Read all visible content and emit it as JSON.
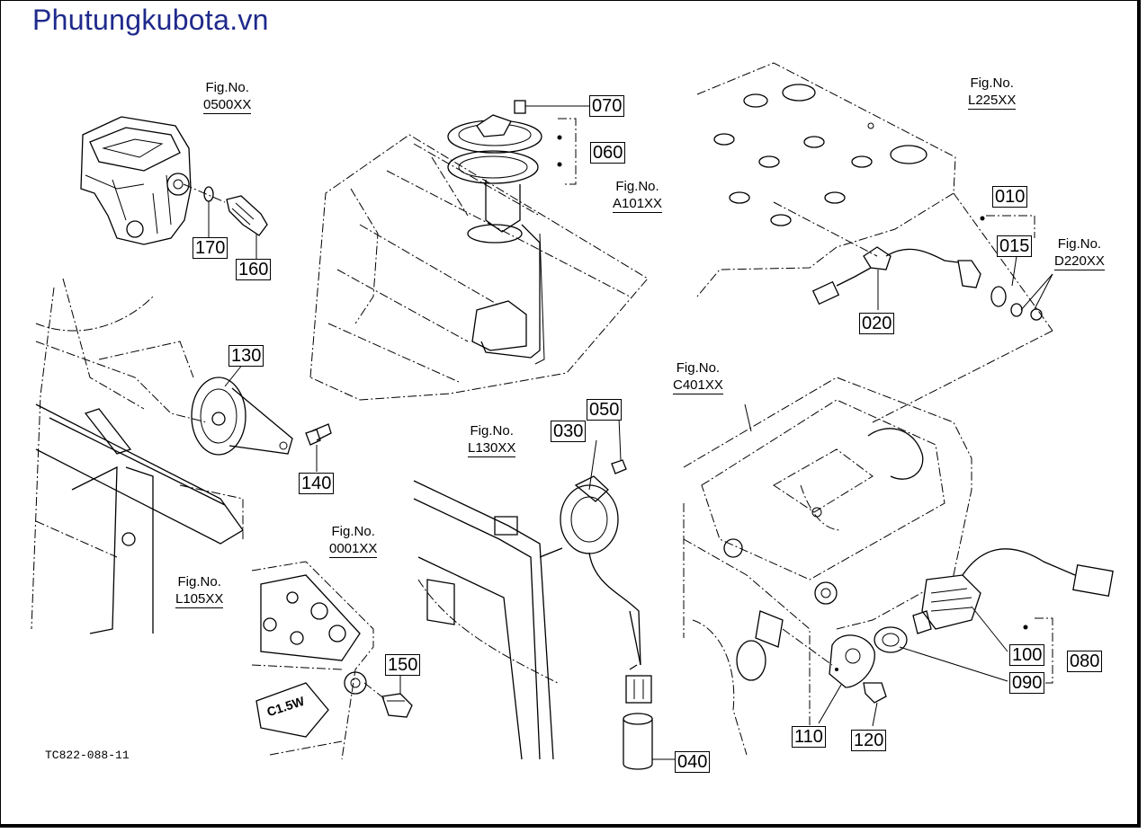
{
  "watermark": "Phutungkubota.vn",
  "drawing_code": "TC822-088-11",
  "part_callouts": [
    {
      "id": "070",
      "label": "070"
    },
    {
      "id": "060",
      "label": "060"
    },
    {
      "id": "010",
      "label": "010"
    },
    {
      "id": "015",
      "label": "015"
    },
    {
      "id": "020",
      "label": "020"
    },
    {
      "id": "170",
      "label": "170"
    },
    {
      "id": "160",
      "label": "160"
    },
    {
      "id": "130",
      "label": "130"
    },
    {
      "id": "140",
      "label": "140"
    },
    {
      "id": "150",
      "label": "150"
    },
    {
      "id": "050",
      "label": "050"
    },
    {
      "id": "030",
      "label": "030"
    },
    {
      "id": "040",
      "label": "040"
    },
    {
      "id": "100",
      "label": "100"
    },
    {
      "id": "080",
      "label": "080"
    },
    {
      "id": "090",
      "label": "090"
    },
    {
      "id": "110",
      "label": "110"
    },
    {
      "id": "120",
      "label": "120"
    }
  ],
  "figure_refs": [
    {
      "prefix": "Fig.No.",
      "number": "0500XX"
    },
    {
      "prefix": "Fig.No.",
      "number": "A101XX"
    },
    {
      "prefix": "Fig.No.",
      "number": "L225XX"
    },
    {
      "prefix": "Fig.No.",
      "number": "D220XX"
    },
    {
      "prefix": "Fig.No.",
      "number": "C401XX"
    },
    {
      "prefix": "Fig.No.",
      "number": "L130XX"
    },
    {
      "prefix": "Fig.No.",
      "number": "0001XX"
    },
    {
      "prefix": "Fig.No.",
      "number": "L105XX"
    }
  ],
  "embossed_text": "C1.5W",
  "colors": {
    "watermark": "#1f2a8c",
    "line": "#000000",
    "background": "#ffffff"
  }
}
